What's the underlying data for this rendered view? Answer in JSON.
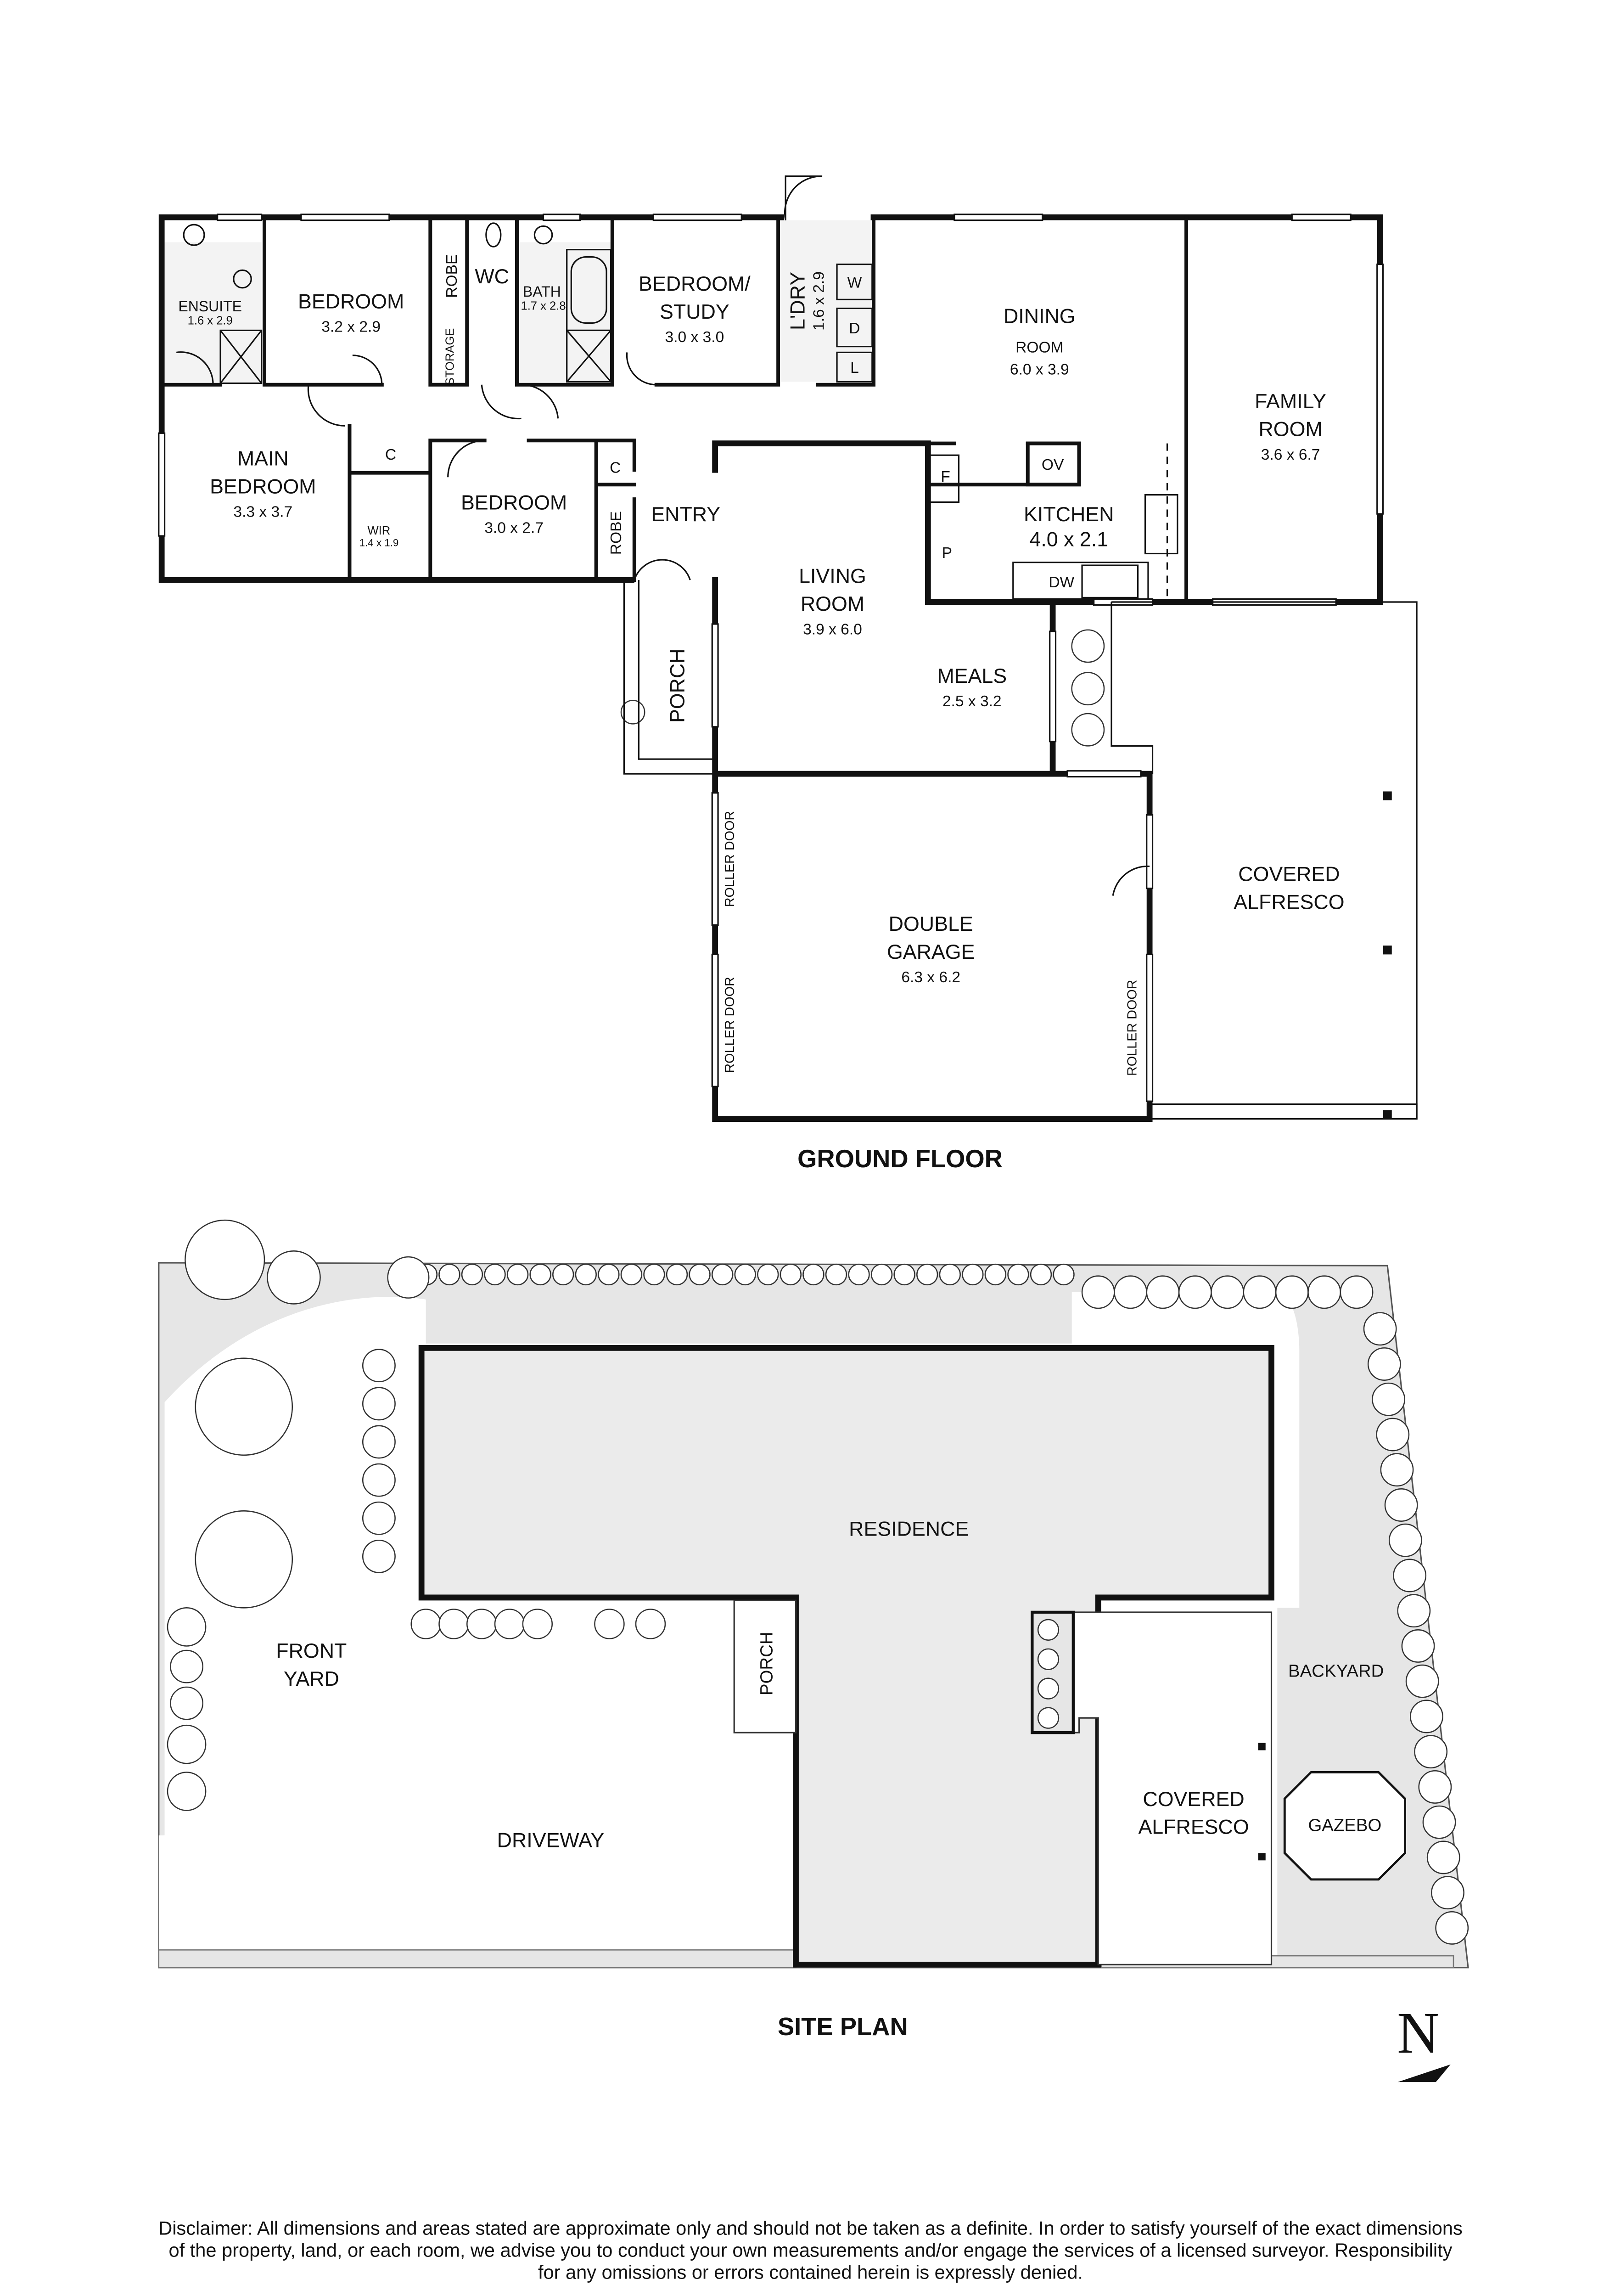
{
  "ground_floor": {
    "title": "GROUND FLOOR",
    "rooms": {
      "ensuite": {
        "name": "ENSUITE",
        "size": "1.6 x 2.9"
      },
      "bedroom1": {
        "name": "BEDROOM",
        "size": "3.2 x 2.9"
      },
      "robe1": {
        "name": "ROBE"
      },
      "wc": {
        "name": "WC"
      },
      "storage": {
        "name": "STORAGE"
      },
      "bath": {
        "name": "BATH",
        "size": "1.7 x 2.8"
      },
      "study": {
        "name_line1": "BEDROOM/",
        "name_line2": "STUDY",
        "size": "3.0 x 3.0"
      },
      "laundry": {
        "name": "L'DRY",
        "size": "1.6 x 2.9",
        "w": "W",
        "d": "D",
        "l": "L"
      },
      "dining": {
        "name_line1": "DINING",
        "name_line2": "ROOM",
        "size": "6.0 x 3.9"
      },
      "family": {
        "name_line1": "FAMILY",
        "name_line2": "ROOM",
        "size": "3.6 x 6.7"
      },
      "main_bedroom": {
        "name_line1": "MAIN",
        "name_line2": "BEDROOM",
        "size": "3.3 x 3.7"
      },
      "linen1": {
        "name": "C"
      },
      "wir": {
        "name": "WIR",
        "size": "1.4 x 1.9"
      },
      "bedroom2": {
        "name": "BEDROOM",
        "size": "3.0 x 2.7"
      },
      "linen2": {
        "name": "C"
      },
      "robe2": {
        "name": "ROBE"
      },
      "entry": {
        "name": "ENTRY"
      },
      "fridge": {
        "name": "F"
      },
      "pantry": {
        "name": "P"
      },
      "oven": {
        "name": "OV"
      },
      "kitchen": {
        "name": "KITCHEN",
        "size": "4.0 x 2.1"
      },
      "dishwasher": {
        "name": "DW"
      },
      "living": {
        "name_line1": "LIVING",
        "name_line2": "ROOM",
        "size": "3.9 x 6.0"
      },
      "meals": {
        "name": "MEALS",
        "size": "2.5 x 3.2"
      },
      "porch": {
        "name": "PORCH"
      },
      "garage": {
        "name_line1": "DOUBLE",
        "name_line2": "GARAGE",
        "size": "6.3 x 6.2"
      },
      "roller_door": "ROLLER DOOR",
      "alfresco": {
        "name_line1": "COVERED",
        "name_line2": "ALFRESCO"
      }
    }
  },
  "site_plan": {
    "title": "SITE PLAN",
    "areas": {
      "residence": "RESIDENCE",
      "front_yard_line1": "FRONT",
      "front_yard_line2": "YARD",
      "driveway": "DRIVEWAY",
      "porch": "PORCH",
      "backyard": "BACKYARD",
      "alfresco_line1": "COVERED",
      "alfresco_line2": "ALFRESCO",
      "gazebo": "GAZEBO"
    },
    "north_label": "N"
  },
  "disclaimer": {
    "line1": "Disclaimer: All dimensions and areas stated are approximate only and should not be taken as a definite. In order to satisfy yourself of the exact dimensions",
    "line2": "of the property, land, or each room, we advise you to conduct your own measurements and/or engage the services of a licensed surveyor. Responsibility",
    "line3": "for any omissions or errors contained herein is expressly denied."
  },
  "colors": {
    "wall": "#111111",
    "site_fill": "#e6e6e6",
    "residence_fill": "#ebebeb"
  }
}
